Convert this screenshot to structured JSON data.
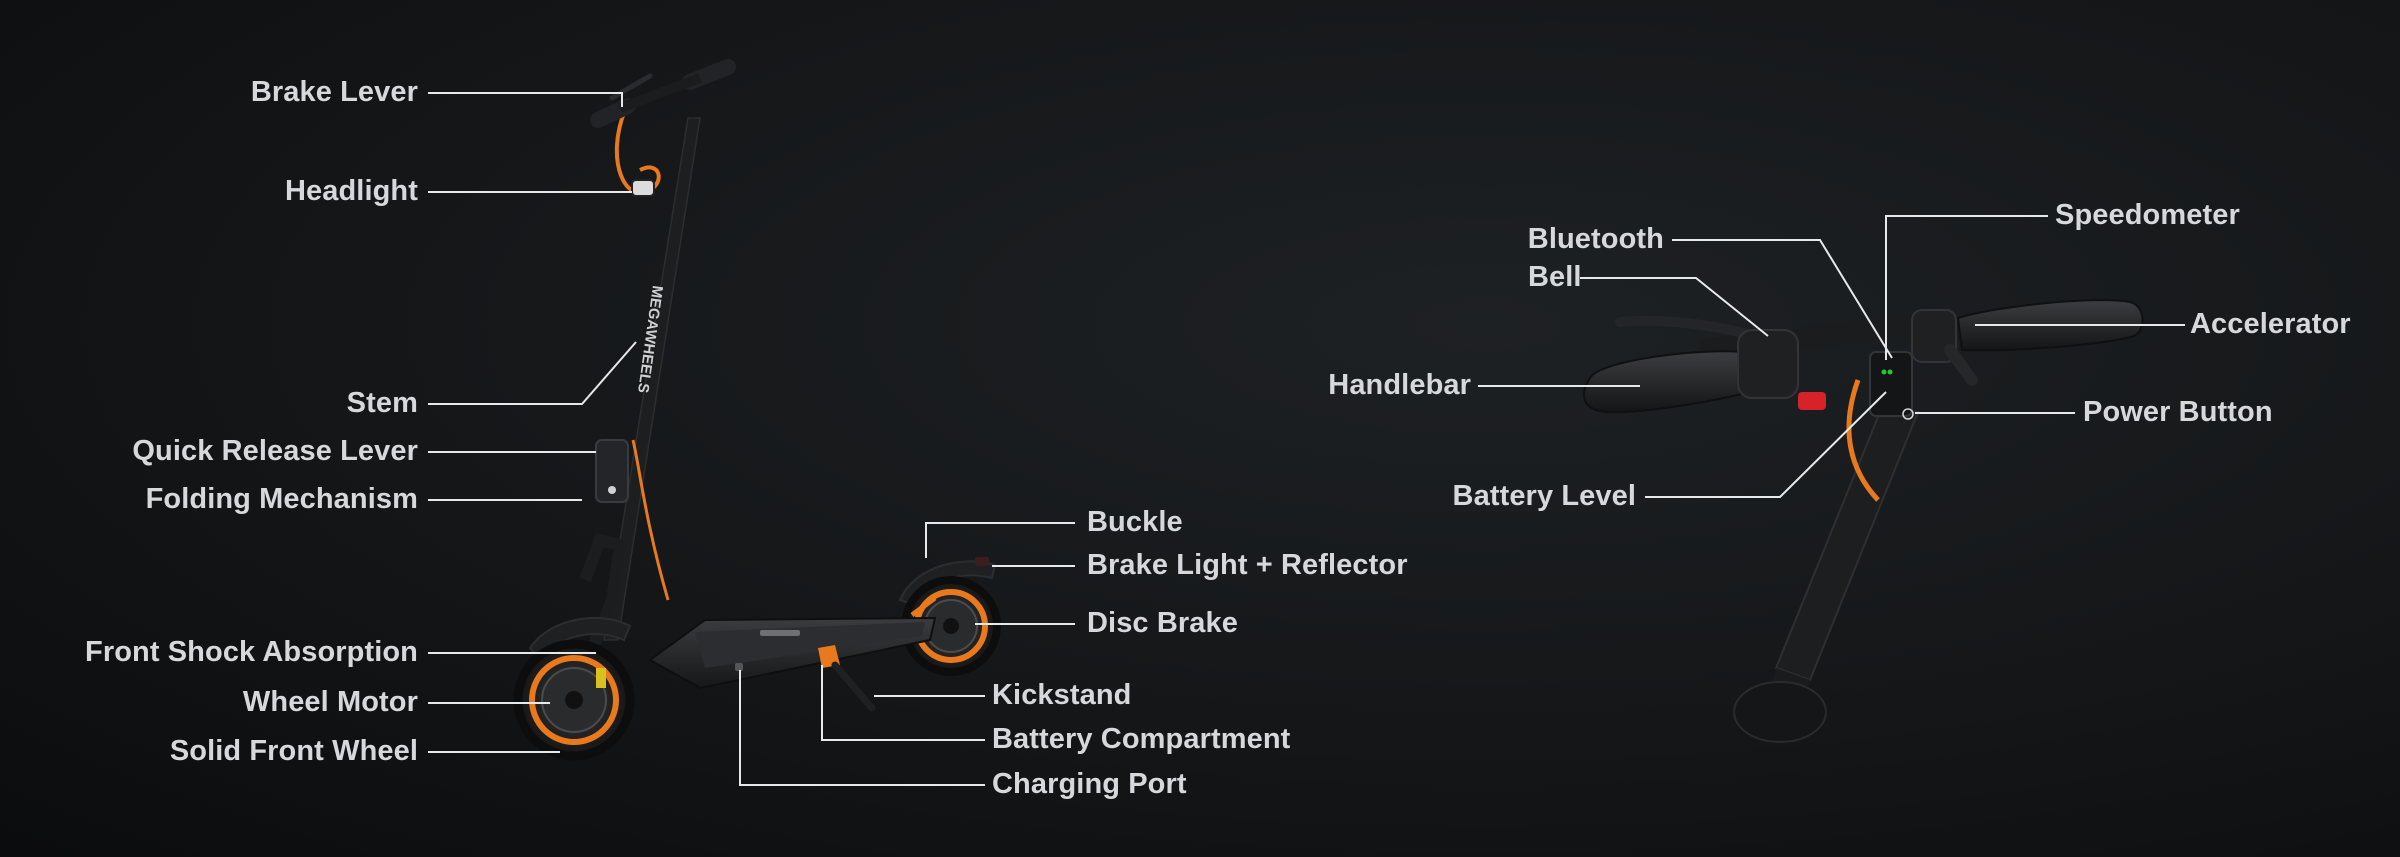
{
  "colors": {
    "background": "#141618",
    "label_text": "#d6d8dc",
    "leader_line": "#e6e8ea",
    "scooter_body": "#1b1c1e",
    "accent_orange": "#e87a1d",
    "brake_light_red": "#d8222a",
    "indicator_green": "#27c43c"
  },
  "left_diagram": {
    "scooter_brand_text": "MEGAWHEELS",
    "labels": {
      "brake_lever": "Brake Lever",
      "headlight": "Headlight",
      "stem": "Stem",
      "quick_release_lever": "Quick Release Lever",
      "folding_mechanism": "Folding Mechanism",
      "front_shock_absorption": "Front Shock Absorption",
      "wheel_motor": "Wheel Motor",
      "solid_front_wheel": "Solid Front Wheel",
      "buckle": "Buckle",
      "brake_light_reflector": "Brake Light + Reflector",
      "disc_brake": "Disc Brake",
      "kickstand": "Kickstand",
      "battery_compartment": "Battery Compartment",
      "charging_port": "Charging Port"
    }
  },
  "right_diagram": {
    "labels": {
      "bluetooth": "Bluetooth",
      "bell": "Bell",
      "handlebar": "Handlebar",
      "battery_level": "Battery Level",
      "speedometer": "Speedometer",
      "accelerator": "Accelerator",
      "power_button": "Power Button"
    }
  }
}
